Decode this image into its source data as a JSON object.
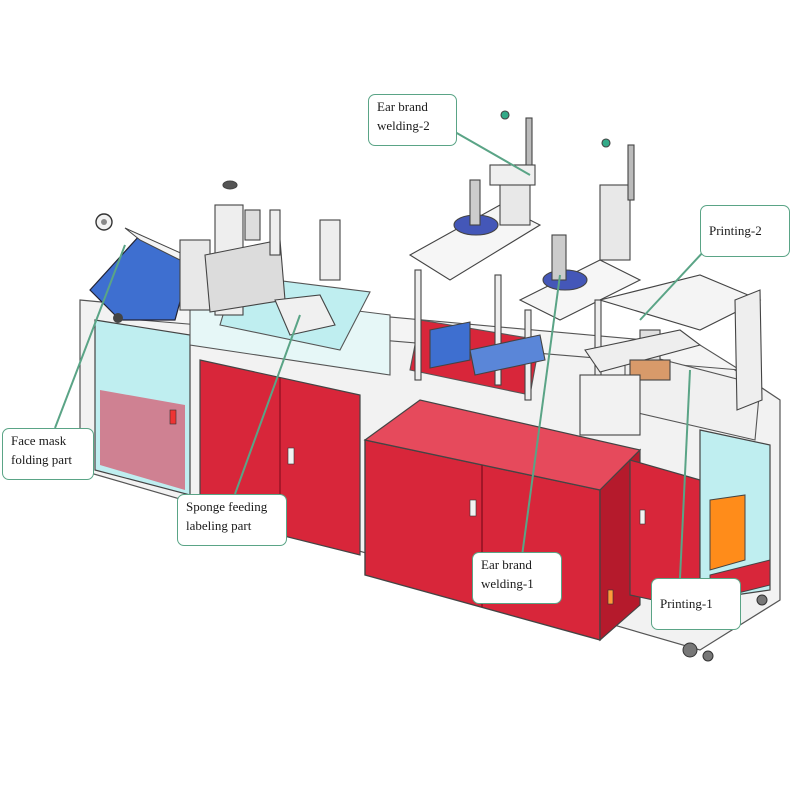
{
  "labels": {
    "ear_brand_welding_2": [
      "Ear brand",
      "welding-2"
    ],
    "printing_2": [
      "Printing-2"
    ],
    "face_mask_folding": [
      "Face mask",
      "folding part"
    ],
    "sponge_feeding": [
      "Sponge feeding",
      "labeling part"
    ],
    "ear_brand_welding_1": [
      "Ear brand",
      "welding-1"
    ],
    "printing_1": [
      "Printing-1"
    ]
  },
  "colors": {
    "cabinet_red": "#d8263a",
    "cabinet_red_dark": "#b51a2c",
    "glass_cyan": "#bfeef0",
    "folding_blue": "#3e6fd0",
    "frame_gray": "#eeeeee",
    "outline": "#444444",
    "callout_green": "#5aa486"
  }
}
